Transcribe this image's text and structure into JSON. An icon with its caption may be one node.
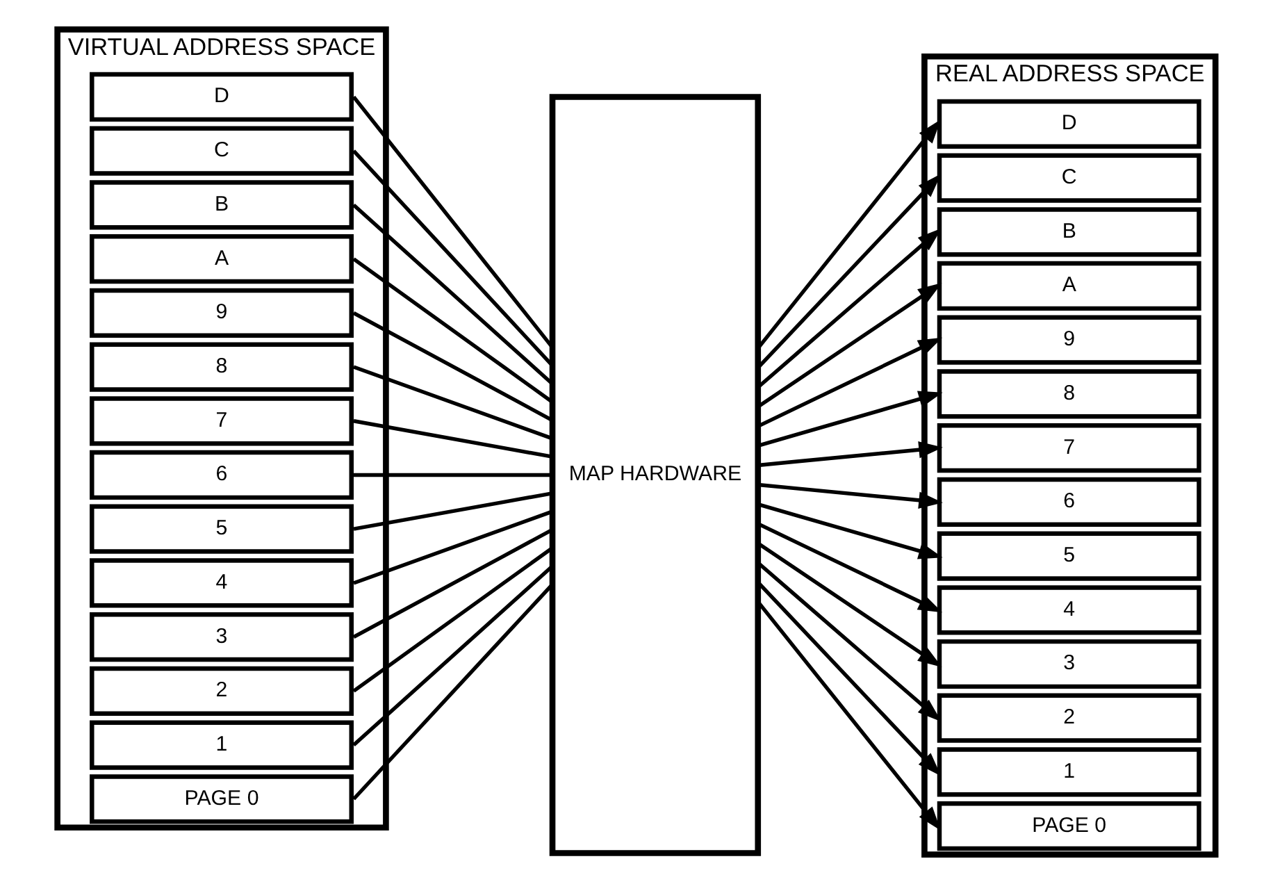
{
  "diagram": {
    "nodes": [
      {
        "text": [
          "VIRTUAL ADDRESS SPACE"
        ]
      },
      {
        "text": [
          "D"
        ],
        "in": 0
      },
      {
        "text": [
          "C"
        ],
        "in": 0
      },
      {
        "text": [
          "B"
        ],
        "in": 0
      },
      {
        "text": [
          "A"
        ],
        "in": 0
      },
      {
        "text": [
          "9"
        ],
        "in": 0
      },
      {
        "text": [
          "8"
        ],
        "in": 0
      },
      {
        "text": [
          "7"
        ],
        "in": 0
      },
      {
        "text": [
          "6"
        ],
        "in": 0
      },
      {
        "text": [
          "5"
        ],
        "in": 0
      },
      {
        "text": [
          "4"
        ],
        "in": 0
      },
      {
        "text": [
          "3"
        ],
        "in": 0
      },
      {
        "text": [
          "2"
        ],
        "in": 0
      },
      {
        "text": [
          "1"
        ],
        "in": 0
      },
      {
        "text": [
          "PAGE 0"
        ],
        "in": 0
      },
      {
        "text": [
          "MAP HARDWARE"
        ]
      },
      {
        "text": [
          "REAL ADDRESS SPACE"
        ]
      },
      {
        "text": [
          "D"
        ],
        "in": 16
      },
      {
        "text": [
          "C"
        ],
        "in": 16
      },
      {
        "text": [
          "B"
        ],
        "in": 16
      },
      {
        "text": [
          "A"
        ],
        "in": 16
      },
      {
        "text": [
          "9"
        ],
        "in": 16
      },
      {
        "text": [
          "8"
        ],
        "in": 16
      },
      {
        "text": [
          "7"
        ],
        "in": 16
      },
      {
        "text": [
          "6"
        ],
        "in": 16
      },
      {
        "text": [
          "5"
        ],
        "in": 16
      },
      {
        "text": [
          "4"
        ],
        "in": 16
      },
      {
        "text": [
          "3"
        ],
        "in": 16
      },
      {
        "text": [
          "2"
        ],
        "in": 16
      },
      {
        "text": [
          "1"
        ],
        "in": 16
      },
      {
        "text": [
          "PAGE 0"
        ],
        "in": 16
      }
    ],
    "edges": [
      {
        "from": 1,
        "to": 15,
        "arrow": "none"
      },
      {
        "from": 2,
        "to": 15,
        "arrow": "none"
      },
      {
        "from": 3,
        "to": 15,
        "arrow": "none"
      },
      {
        "from": 4,
        "to": 15,
        "arrow": "none"
      },
      {
        "from": 5,
        "to": 15,
        "arrow": "none"
      },
      {
        "from": 6,
        "to": 15,
        "arrow": "none"
      },
      {
        "from": 7,
        "to": 15,
        "arrow": "none"
      },
      {
        "from": 8,
        "to": 15,
        "arrow": "none"
      },
      {
        "from": 9,
        "to": 15,
        "arrow": "none"
      },
      {
        "from": 10,
        "to": 15,
        "arrow": "none"
      },
      {
        "from": 11,
        "to": 15,
        "arrow": "none"
      },
      {
        "from": 12,
        "to": 15,
        "arrow": "none"
      },
      {
        "from": 13,
        "to": 15,
        "arrow": "none"
      },
      {
        "from": 14,
        "to": 15,
        "arrow": "none"
      },
      {
        "from": 15,
        "to": 17,
        "arrow": "to"
      },
      {
        "from": 15,
        "to": 18,
        "arrow": "to"
      },
      {
        "from": 15,
        "to": 19,
        "arrow": "to"
      },
      {
        "from": 15,
        "to": 20,
        "arrow": "to"
      },
      {
        "from": 15,
        "to": 21,
        "arrow": "to"
      },
      {
        "from": 15,
        "to": 22,
        "arrow": "to"
      },
      {
        "from": 15,
        "to": 23,
        "arrow": "to"
      },
      {
        "from": 15,
        "to": 24,
        "arrow": "to"
      },
      {
        "from": 15,
        "to": 25,
        "arrow": "to"
      },
      {
        "from": 15,
        "to": 26,
        "arrow": "to"
      },
      {
        "from": 15,
        "to": 27,
        "arrow": "to"
      },
      {
        "from": 15,
        "to": 28,
        "arrow": "to"
      },
      {
        "from": 15,
        "to": 29,
        "arrow": "to"
      },
      {
        "from": 15,
        "to": 30,
        "arrow": "to"
      }
    ]
  }
}
